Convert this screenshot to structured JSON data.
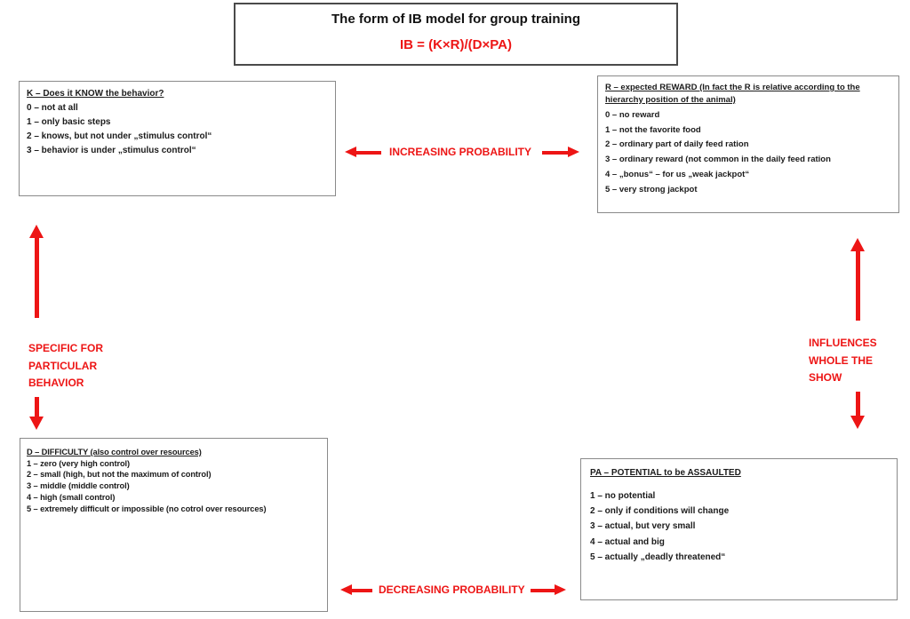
{
  "header": {
    "title": "The form of IB model for group training",
    "formula": "IB = (K×R)/(D×PA)"
  },
  "boxes": {
    "k": {
      "heading": "K – Does it KNOW the behavior?",
      "items": [
        "0 – not at all",
        "1 – only basic steps",
        "2 – knows, but not under „stimulus control“",
        "3 – behavior is under „stimulus control“"
      ]
    },
    "r": {
      "heading": "R – expected REWARD  (In fact the R is relative according to the hierarchy position of the animal)",
      "items": [
        "0 – no reward",
        "1 – not the favorite food",
        "2 – ordinary part of daily feed ration",
        "3 – ordinary reward (not common in the daily feed ration",
        "4 – „bonus“ – for us „weak jackpot“",
        "5 – very strong jackpot"
      ]
    },
    "d": {
      "heading": "D – DIFFICULTY (also control over resources)",
      "items": [
        "1 – zero (very high control)",
        "2 – small (high, but not the maximum of control)",
        "3 – middle (middle control)",
        "4 – high (small control)",
        "5 – extremely difficult or impossible (no cotrol over resources)"
      ]
    },
    "pa": {
      "heading": "PA – POTENTIAL to be ASSAULTED",
      "items": [
        "1 – no potential",
        "2 – only if conditions will change",
        "3 – actual, but very small",
        "4 – actual and big",
        "5 – actually „deadly threatened“"
      ]
    }
  },
  "annotations": {
    "increasing": "INCREASING PROBABILITY",
    "decreasing": "DECREASING PROBABILITY",
    "left": {
      "lines": [
        "SPECIFIC FOR",
        "PARTICULAR",
        "BEHAVIOR"
      ]
    },
    "right": {
      "lines": [
        "INFLUENCES",
        "WHOLE THE",
        "SHOW"
      ]
    }
  },
  "colors": {
    "accent_red": "#ed1515",
    "box_border": "#8a8a8a",
    "title_border": "#4a4a4a",
    "text": "#1b1b1b"
  }
}
